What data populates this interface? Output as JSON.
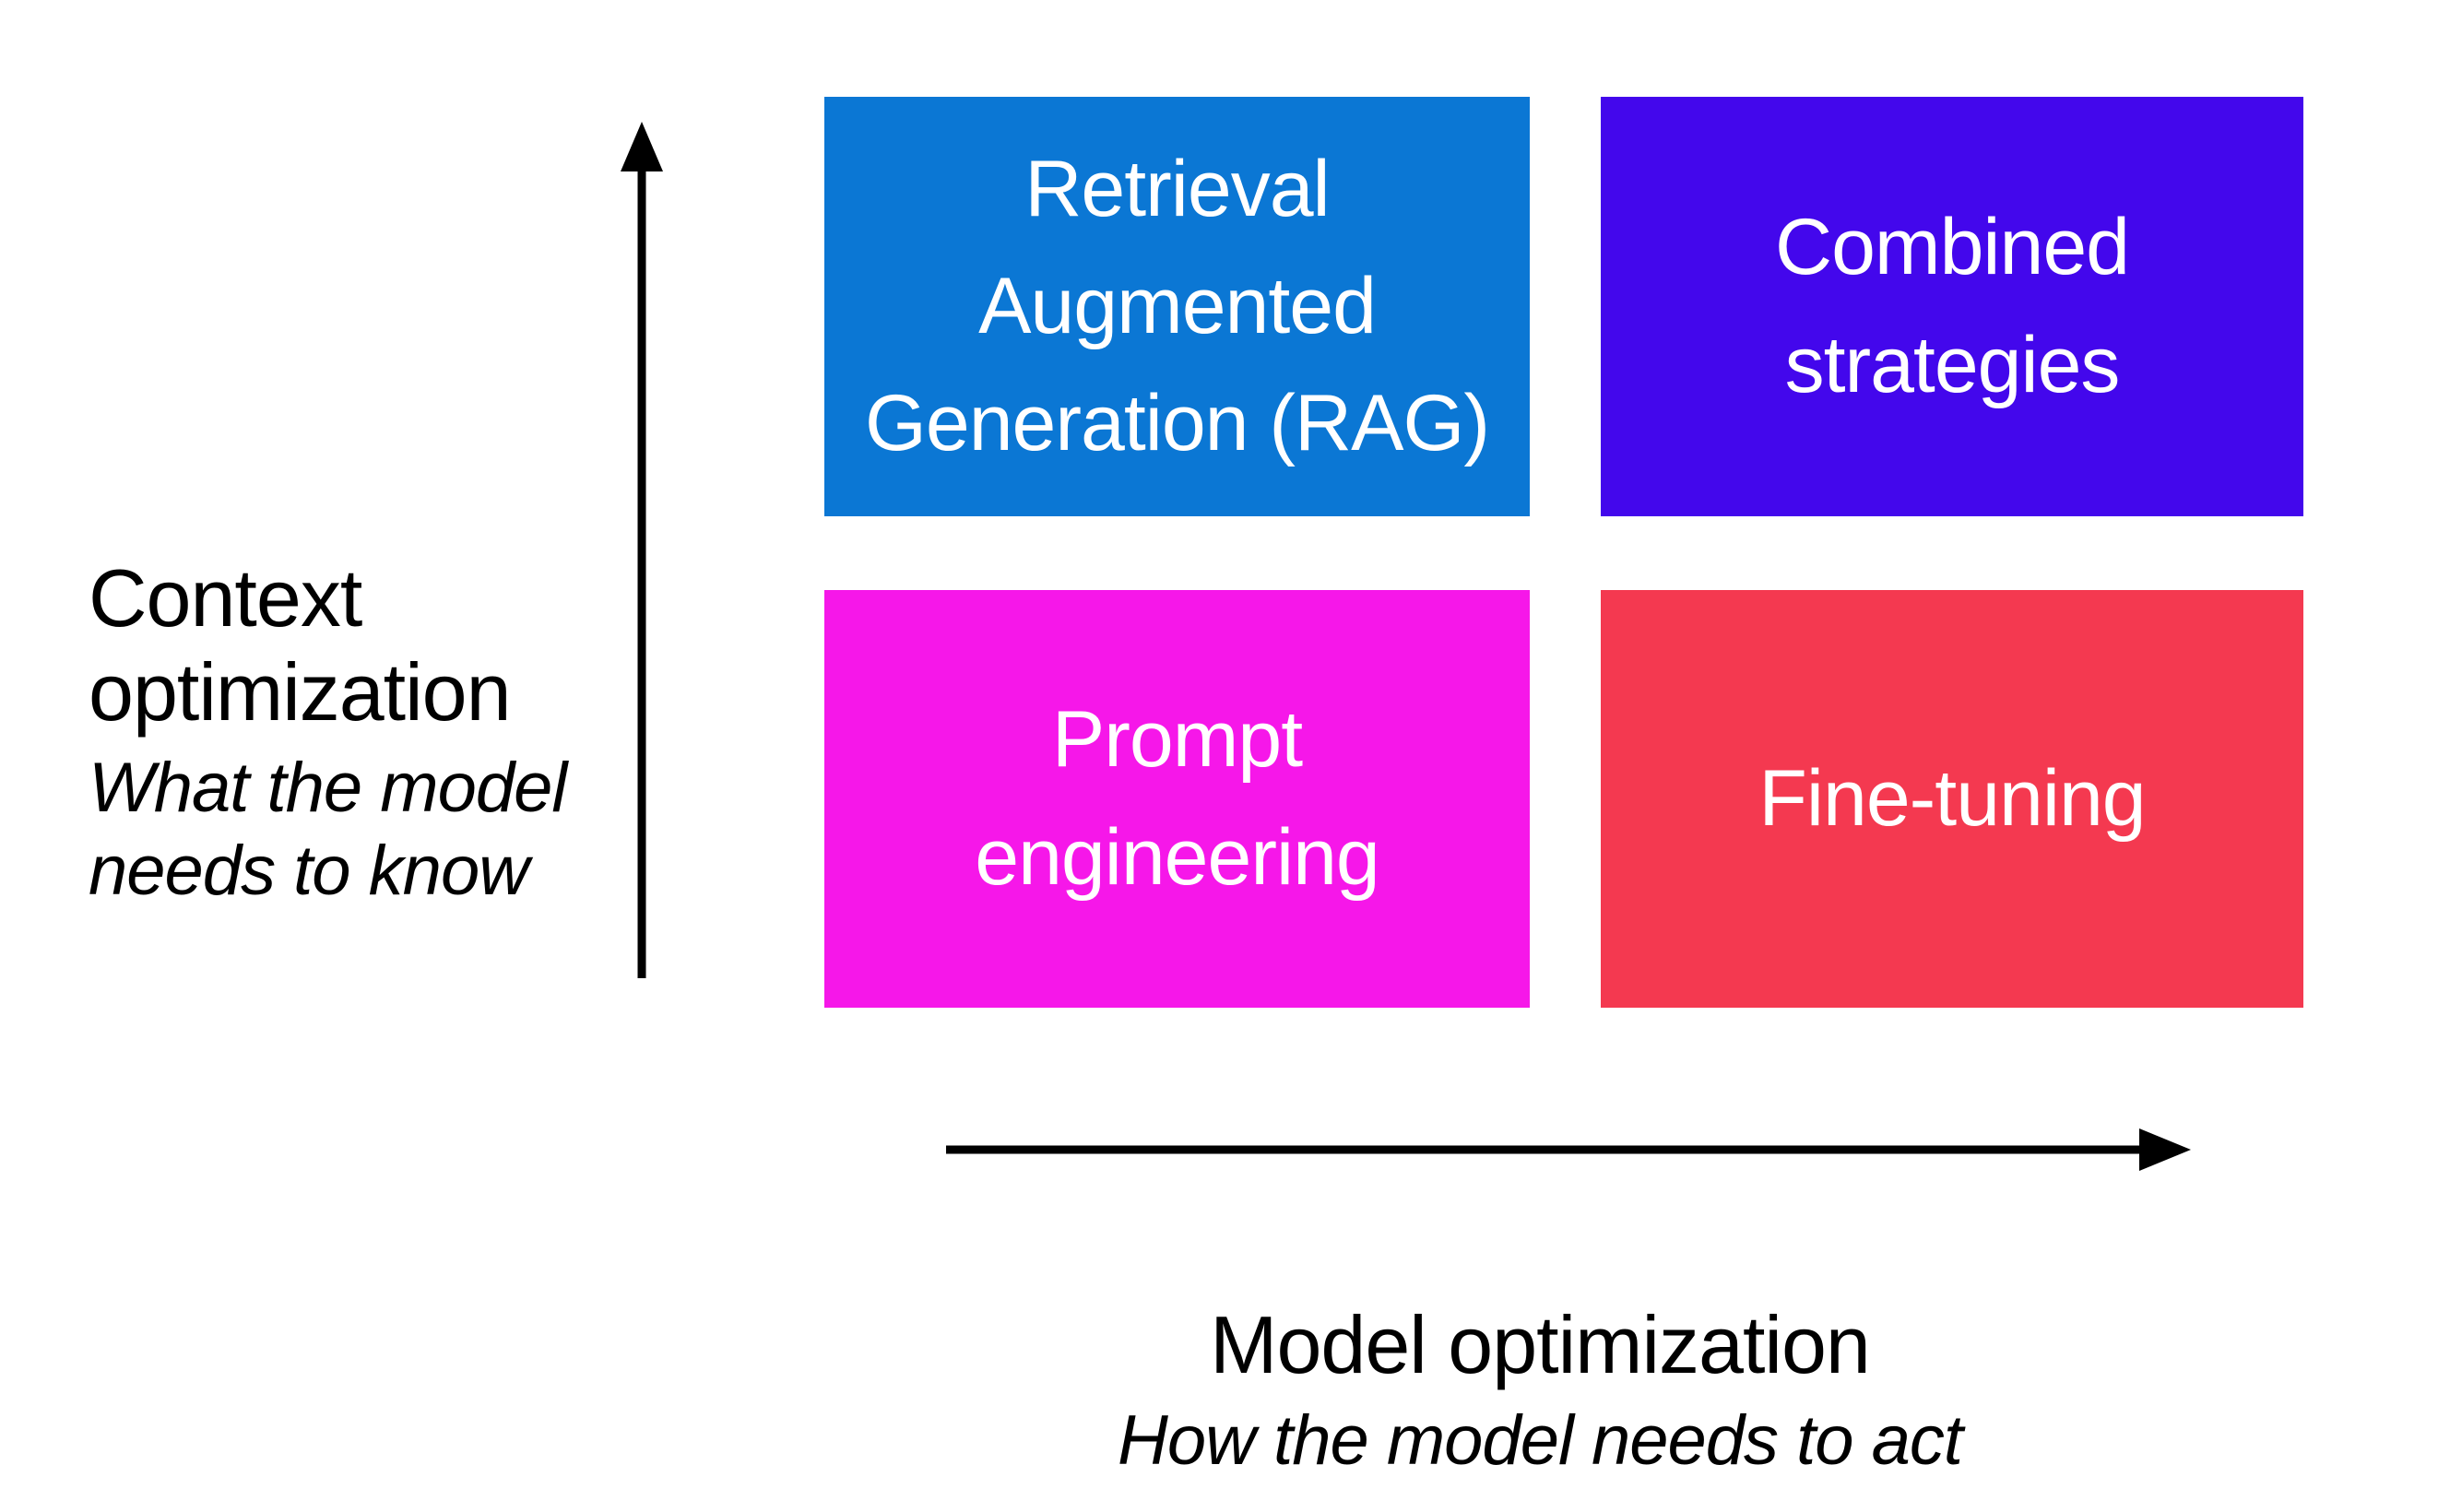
{
  "figure": {
    "background_color": "#FFFFFF",
    "arrow_color": "#000000",
    "box_text_color": "#FFFFFF",
    "label_text_color": "#000000",
    "y_axis": {
      "title": "Context optimization",
      "subtitle": "What the model needs to know"
    },
    "x_axis": {
      "title": "Model optimization",
      "subtitle": "How the model needs to act"
    },
    "quadrants": [
      {
        "position": "top-left",
        "label": "Retrieval Augmented Generation (RAG)",
        "color": "#0B77D4"
      },
      {
        "position": "top-right",
        "label": "Combined strategies",
        "color": "#4307EC"
      },
      {
        "position": "bottom-left",
        "label": "Prompt engineering",
        "color": "#F617E9"
      },
      {
        "position": "bottom-right",
        "label": "Fine-tuning",
        "color": "#F43950"
      }
    ]
  }
}
